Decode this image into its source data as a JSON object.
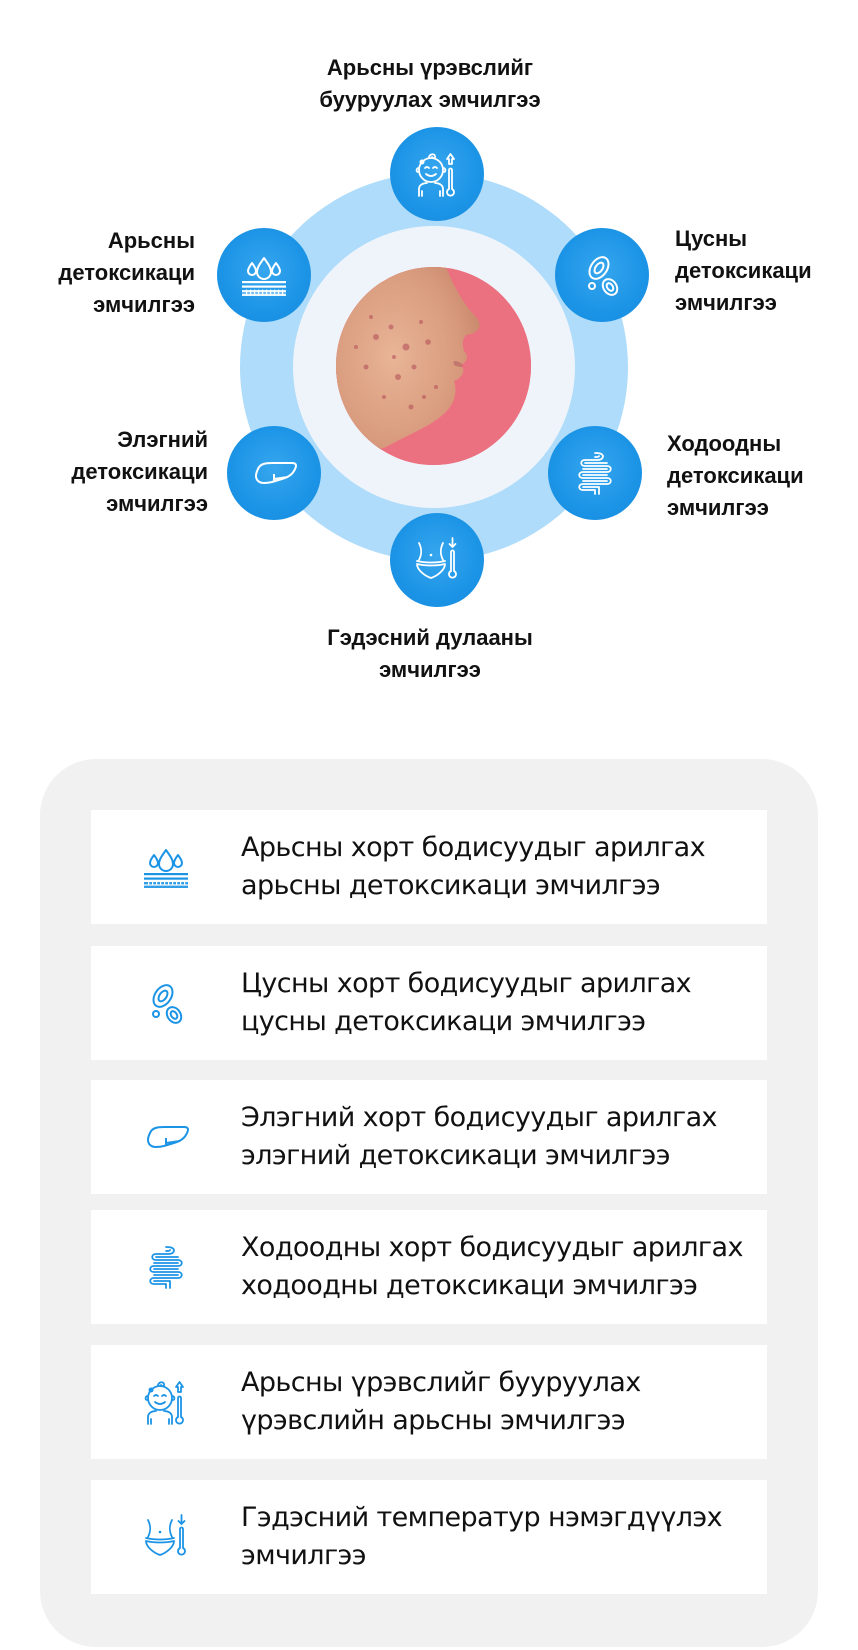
{
  "diagram": {
    "center_image": "acne-face-profile-photo",
    "colors": {
      "outer_ring": "#aedcfa",
      "inner_ring": "#eef4fa",
      "node": "#1c94e6",
      "photo_bg": "#ec7180"
    },
    "nodes": [
      {
        "id": "top",
        "icon": "child-fever-thermometer-icon",
        "label": [
          "Арьсны үрэвслийг",
          "бууруулах эмчилгээ"
        ]
      },
      {
        "id": "upper-left",
        "icon": "skin-drops-icon",
        "label": [
          "Арьсны",
          "детоксикаци",
          "эмчилгээ"
        ]
      },
      {
        "id": "upper-right",
        "icon": "blood-cells-icon",
        "label": [
          "Цусны",
          "детоксикаци",
          "эмчилгээ"
        ]
      },
      {
        "id": "lower-left",
        "icon": "liver-icon",
        "label": [
          "Элэгний",
          "детоксикаци",
          "эмчилгээ"
        ]
      },
      {
        "id": "lower-right",
        "icon": "intestine-icon",
        "label": [
          "Ходоодны",
          "детоксикаци",
          "эмчилгээ"
        ]
      },
      {
        "id": "bottom",
        "icon": "abdomen-thermometer-icon",
        "label": [
          "Гэдэсний дулааны",
          "эмчилгээ"
        ]
      }
    ]
  },
  "list": {
    "panel_color": "#f1f1f1",
    "icon_color": "#1c94e6",
    "items": [
      {
        "icon": "skin-drops-icon",
        "lines": [
          "Арьсны хорт бодисуудыг арилгах",
          "арьсны детоксикаци эмчилгээ"
        ]
      },
      {
        "icon": "blood-cells-icon",
        "lines": [
          "Цусны хорт бодисуудыг арилгах",
          "цусны детоксикаци эмчилгээ"
        ]
      },
      {
        "icon": "liver-icon",
        "lines": [
          "Элэгний хорт бодисуудыг арилгах",
          "элэгний детоксикаци эмчилгээ"
        ]
      },
      {
        "icon": "intestine-icon",
        "lines": [
          "Ходоодны хорт бодисуудыг арилгах",
          "ходоодны детоксикаци эмчилгээ"
        ]
      },
      {
        "icon": "child-fever-thermometer-icon",
        "lines": [
          "Арьсны үрэвслийг бууруулах",
          "үрэвслийн арьсны эмчилгээ"
        ]
      },
      {
        "icon": "abdomen-thermometer-icon",
        "lines": [
          "Гэдэсний температур нэмэгдүүлэх",
          "эмчилгээ"
        ]
      }
    ]
  }
}
